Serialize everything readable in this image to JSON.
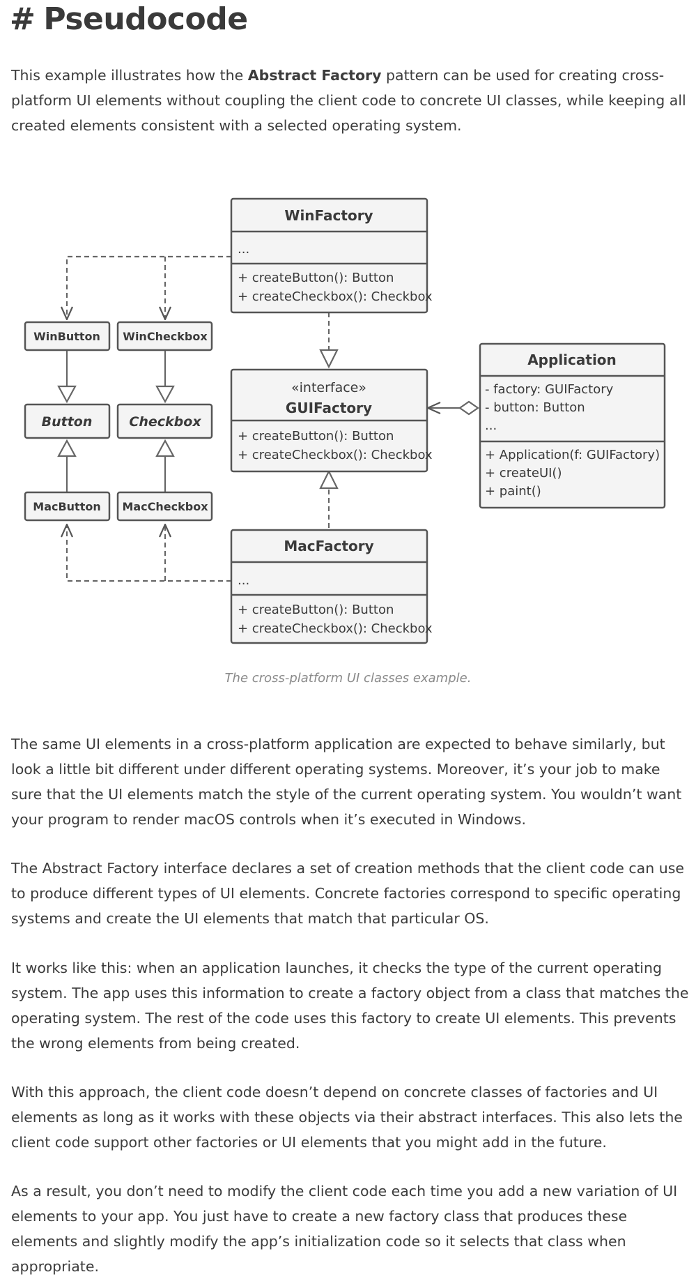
{
  "heading": {
    "hash": "#",
    "text": "Pseudocode"
  },
  "intro": {
    "before": "This example illustrates how the ",
    "bold": "Abstract Factory",
    "after": " pattern can be used for creating cross-platform UI elements without coupling the client code to concrete UI classes, while keeping all created elements consistent with a selected operating system."
  },
  "diagram": {
    "win_factory": {
      "name": "WinFactory",
      "fields": "...",
      "methods": [
        "+ createButton(): Button",
        "+ createCheckbox(): Checkbox"
      ]
    },
    "gui_factory": {
      "stereotype": "«interface»",
      "name": "GUIFactory",
      "methods": [
        "+ createButton(): Button",
        "+ createCheckbox(): Checkbox"
      ]
    },
    "mac_factory": {
      "name": "MacFactory",
      "fields": "...",
      "methods": [
        "+ createButton(): Button",
        "+ createCheckbox(): Checkbox"
      ]
    },
    "application": {
      "name": "Application",
      "fields": [
        "- factory: GUIFactory",
        "- button: Button",
        "..."
      ],
      "methods": [
        "+ Application(f: GUIFactory)",
        "+ createUI()",
        "+ paint()"
      ]
    },
    "win_button": "WinButton",
    "win_checkbox": "WinCheckbox",
    "button": "Button",
    "checkbox": "Checkbox",
    "mac_button": "MacButton",
    "mac_checkbox": "MacCheckbox"
  },
  "caption": "The cross-platform UI classes example.",
  "paragraphs": [
    "The same UI elements in a cross-platform application are expected to behave similarly, but look a little bit different under different operating systems. Moreover, it’s your job to make sure that the UI elements match the style of the current operating system. You wouldn’t want your program to render macOS controls when it’s executed in Windows.",
    "The Abstract Factory interface declares a set of creation methods that the client code can use to produce different types of UI elements. Concrete factories correspond to specific operating systems and create the UI elements that match that particular OS.",
    "It works like this: when an application launches, it checks the type of the current operating system. The app uses this information to create a factory object from a class that matches the operating system. The rest of the code uses this factory to create UI elements. This prevents the wrong elements from being created.",
    "With this approach, the client code doesn’t depend on concrete classes of factories and UI elements as long as it works with these objects via their abstract interfaces. This also lets the client code support other factories or UI elements that you might add in the future.",
    "As a result, you don’t need to modify the client code each time you add a new variation of UI elements to your app. You just have to create a new factory class that produces these elements and slightly modify the app’s initialization code so it selects that class when appropriate."
  ]
}
